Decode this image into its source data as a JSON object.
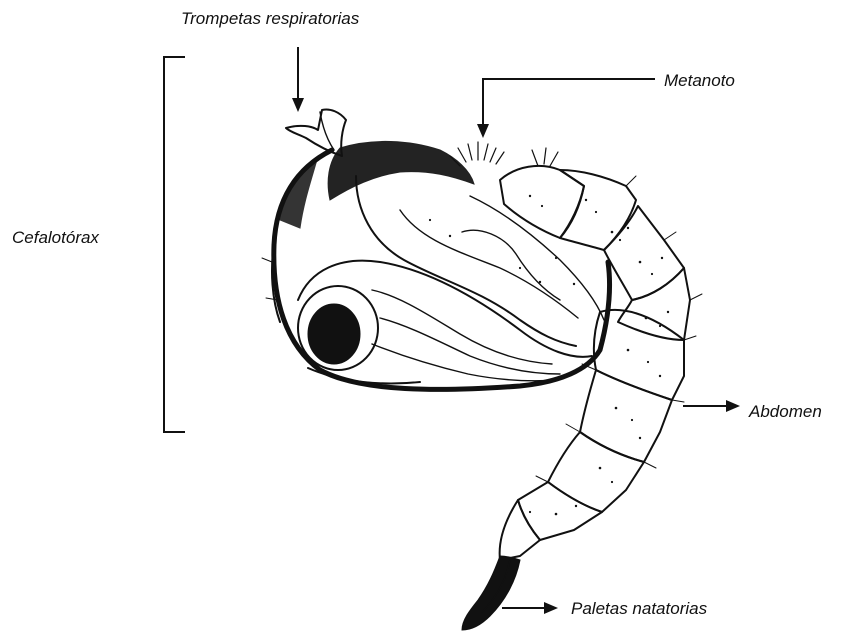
{
  "labels": {
    "respiratory_trumpets": "Trompetas respiratorias",
    "metanotum": "Metanoto",
    "cephalothorax": "Cefalotórax",
    "abdomen": "Abdomen",
    "swimming_paddles": "Paletas natatorias"
  },
  "colors": {
    "ink": "#111111",
    "background": "#ffffff"
  }
}
